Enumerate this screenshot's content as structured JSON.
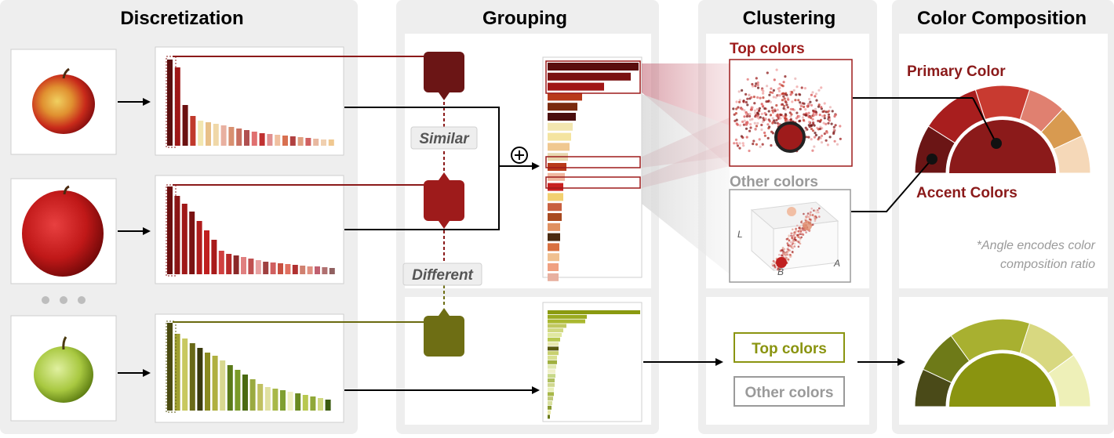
{
  "panels": {
    "discretization": "Discretization",
    "grouping": "Grouping",
    "clustering": "Clustering",
    "composition": "Color Composition"
  },
  "grouping": {
    "similar_label": "Similar",
    "different_label": "Different",
    "merge_symbol": "⊕"
  },
  "clustering": {
    "top_colors": "Top colors",
    "other_colors": "Other colors",
    "axis_l": "L",
    "axis_a": "A",
    "axis_b": "B"
  },
  "composition": {
    "primary": "Primary Color",
    "accent": "Accent Colors",
    "note_line1": "*Angle encodes color",
    "note_line2": "composition ratio"
  },
  "colors": {
    "panel_bg": "#eeeeee",
    "red_dark": "#8b1a1a",
    "red_primary": "#9e1b1b",
    "olive": "#7a7a14",
    "olive_light": "#a0a020",
    "gray_text": "#9a9a9a"
  },
  "histograms": {
    "apple1": {
      "heights": [
        110,
        100,
        52,
        38,
        32,
        30,
        28,
        26,
        24,
        22,
        20,
        18,
        16,
        15,
        14,
        13,
        12,
        11,
        10,
        9,
        8,
        8
      ],
      "colors": [
        "#5a0e0e",
        "#a01616",
        "#6b1010",
        "#c0392b",
        "#f2e6b0",
        "#e8c088",
        "#f0d8a8",
        "#e8b0a0",
        "#d89070",
        "#c87060",
        "#b05050",
        "#e07070",
        "#c03030",
        "#e09090",
        "#f0c0a0",
        "#d87050",
        "#b04040",
        "#e0a080",
        "#d06060",
        "#e8b8a0",
        "#f0d0b0",
        "#f0c890"
      ]
    },
    "apple2": {
      "heights": [
        112,
        100,
        90,
        80,
        68,
        56,
        44,
        30,
        26,
        24,
        22,
        20,
        18,
        16,
        15,
        14,
        13,
        12,
        11,
        10,
        10,
        9,
        8
      ],
      "colors": [
        "#6b0e0e",
        "#8b1515",
        "#a01818",
        "#7a1212",
        "#b01c1c",
        "#c02020",
        "#a81a1a",
        "#d04040",
        "#b82a2a",
        "#8b2828",
        "#e08080",
        "#c05050",
        "#e8a0a0",
        "#a04040",
        "#d06060",
        "#c85040",
        "#e07060",
        "#b03030",
        "#d08070",
        "#e09080",
        "#c06070",
        "#b07070",
        "#906060"
      ]
    },
    "apple3": {
      "heights": [
        112,
        98,
        92,
        86,
        80,
        74,
        70,
        64,
        58,
        52,
        46,
        40,
        34,
        30,
        28,
        26,
        24,
        22,
        20,
        18,
        16,
        14
      ],
      "colors": [
        "#4a4a10",
        "#a0a030",
        "#c8c860",
        "#6a6a18",
        "#3a3a0c",
        "#8a8a20",
        "#b0b040",
        "#d8d890",
        "#5a7a18",
        "#7a9a28",
        "#4a6a10",
        "#9aaa40",
        "#c0c060",
        "#e0e0a0",
        "#a8b848",
        "#80a030",
        "#f0f0c0",
        "#6a8a20",
        "#b8c850",
        "#90a838",
        "#d0d880",
        "#3a5a10"
      ]
    }
  },
  "grouped": {
    "red_bars": [
      116,
      106,
      72,
      44,
      38,
      36,
      32,
      30,
      28,
      26,
      24,
      22,
      20,
      20,
      18,
      18,
      16,
      16,
      15,
      15,
      14,
      14
    ],
    "red_colors": [
      "#5a0e0e",
      "#7a1212",
      "#a01616",
      "#b83a1a",
      "#7a2a0e",
      "#4a0e0e",
      "#f2e6b0",
      "#f4e4a0",
      "#f0c890",
      "#e8d8b0",
      "#b83a1a",
      "#f0b8a0",
      "#c82020",
      "#f2d070",
      "#c86040",
      "#a84a20",
      "#e09060",
      "#4a2a10",
      "#d87040",
      "#f0c090",
      "#f0a080",
      "#e8b0a0"
    ],
    "olive_bars": [
      118,
      50,
      48,
      24,
      20,
      18,
      16,
      14,
      14,
      14,
      12,
      12,
      11,
      10,
      10,
      9,
      9,
      8,
      8,
      7,
      6,
      5,
      4,
      3
    ],
    "olive_colors": [
      "#8a9a10",
      "#9aaa20",
      "#aab830",
      "#c0c860",
      "#d0d880",
      "#e0e8a0",
      "#b8c850",
      "#e8e8b0",
      "#5a5a10",
      "#c8d070",
      "#d8e090",
      "#a0b040",
      "#e0e8b0",
      "#f0f0c8",
      "#c8d888",
      "#b0c060",
      "#d0d890",
      "#e8f0b8",
      "#a8b848",
      "#c0c878",
      "#d8e0a0",
      "#8a9a30",
      "#e8e8a8",
      "#6a7a18"
    ]
  },
  "gauges": {
    "red": {
      "ratios": [
        0.18,
        0.22,
        0.2,
        0.14,
        0.12,
        0.14
      ],
      "colors": [
        "#6b1515",
        "#a81e1e",
        "#c83a30",
        "#e08070",
        "#d89a50",
        "#f5d8b8"
      ],
      "center": "#8b1a1a"
    },
    "olive": {
      "ratios": [
        0.14,
        0.16,
        0.3,
        0.2,
        0.2
      ],
      "colors": [
        "#4a4a18",
        "#6e7a18",
        "#a8b030",
        "#d8d880",
        "#eef0b8"
      ],
      "center": "#8a9410"
    }
  }
}
